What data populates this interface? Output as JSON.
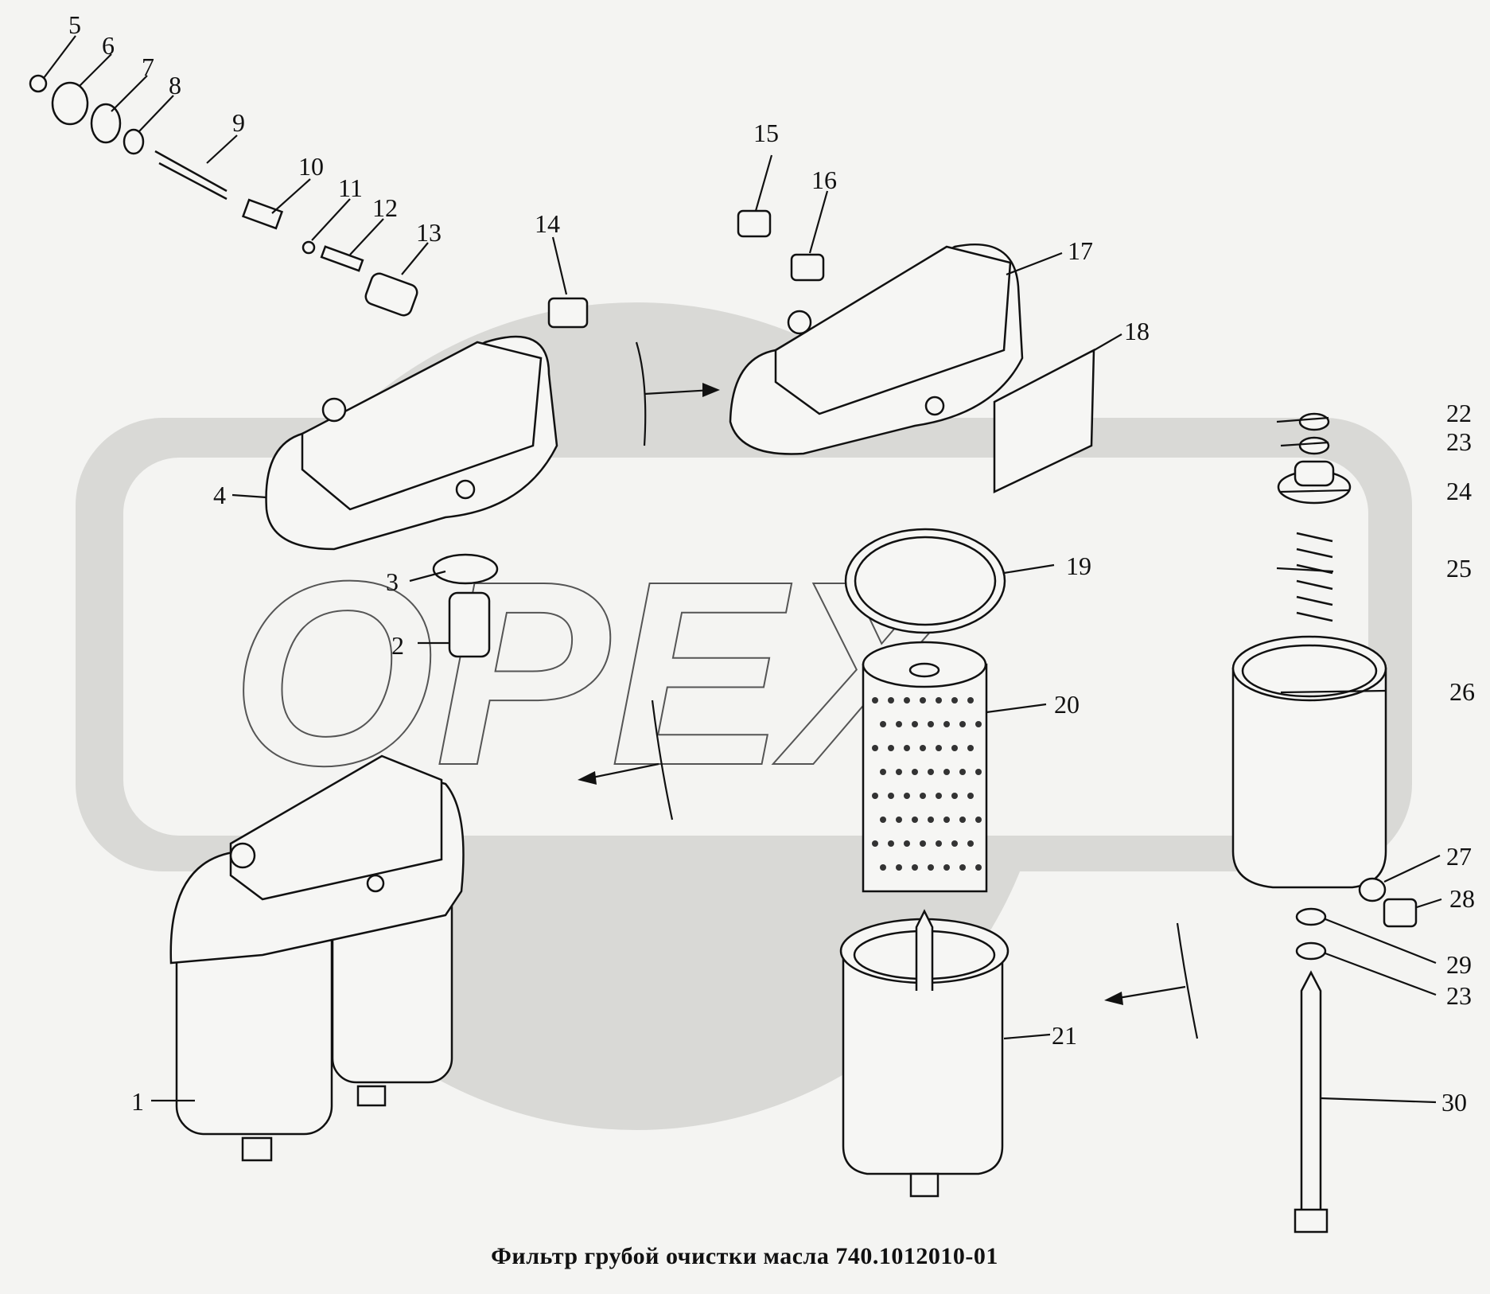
{
  "caption": "Фильтр грубой очистки масла 740.1012010-01",
  "watermark": {
    "text": "ОРЕХ",
    "color": "#d9d9d6"
  },
  "callouts": [
    "1",
    "2",
    "3",
    "4",
    "5",
    "6",
    "7",
    "8",
    "9",
    "10",
    "11",
    "12",
    "13",
    "14",
    "15",
    "16",
    "17",
    "18",
    "19",
    "20",
    "21",
    "22",
    "23",
    "24",
    "25",
    "26",
    "27",
    "28",
    "29",
    "23",
    "30"
  ]
}
